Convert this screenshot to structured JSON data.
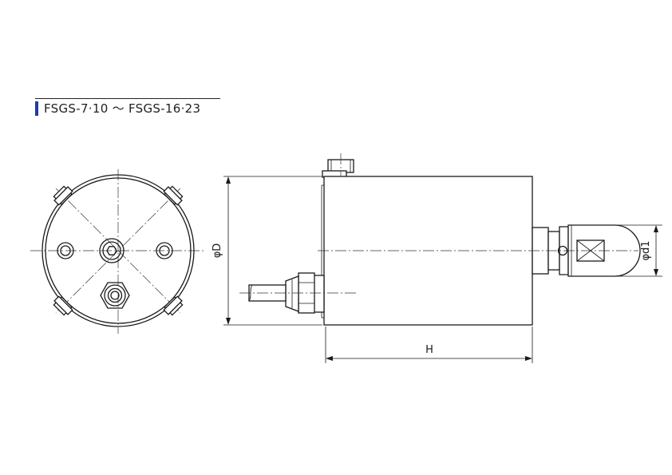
{
  "title": "FSGS-7·10 ～ FSGS-16·23",
  "dimensions": {
    "diameter_label": "φD",
    "length_label": "H",
    "rod_diameter_label": "φd1"
  },
  "colors": {
    "accent": "#1f3c9a",
    "line": "#1a1a1a"
  }
}
